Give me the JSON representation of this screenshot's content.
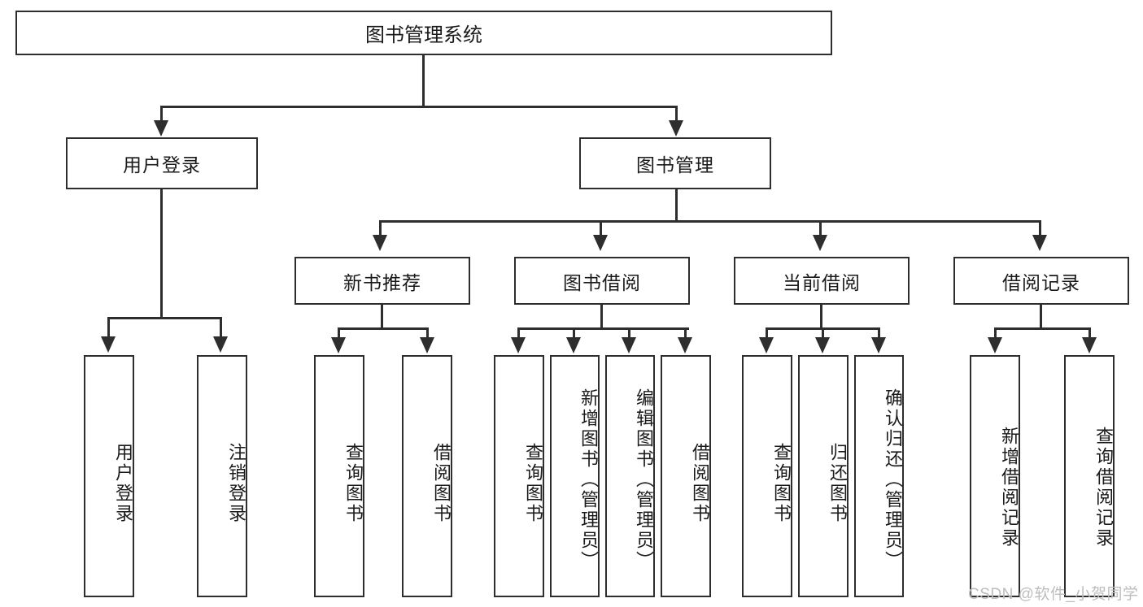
{
  "diagram": {
    "title": "图书管理系统",
    "type": "tree-hierarchy-chart",
    "root": {
      "label": "图书管理系统"
    },
    "level2": [
      {
        "label": "用户登录"
      },
      {
        "label": "图书管理"
      }
    ],
    "level3": [
      {
        "label": "新书推荐"
      },
      {
        "label": "图书借阅"
      },
      {
        "label": "当前借阅"
      },
      {
        "label": "借阅记录"
      }
    ],
    "leaves": {
      "user_login": [
        {
          "label": "用户登录"
        },
        {
          "label": "注销登录"
        }
      ],
      "new_book_recommend": [
        {
          "label": "查询图书"
        },
        {
          "label": "借阅图书"
        }
      ],
      "book_borrow": [
        {
          "label": "查询图书"
        },
        {
          "label": "新增图书（管理员）"
        },
        {
          "label": "编辑图书（管理员）"
        },
        {
          "label": "借阅图书"
        }
      ],
      "current_borrow": [
        {
          "label": "查询图书"
        },
        {
          "label": "归还图书"
        },
        {
          "label": "确认归还（管理员）"
        }
      ],
      "borrow_record": [
        {
          "label": "新增借阅记录"
        },
        {
          "label": "查询借阅记录"
        }
      ]
    }
  },
  "watermark": {
    "text": "CSDN @软件_小贺同学"
  },
  "colors": {
    "stroke": "#2e2e2e",
    "fill": "#ffffff",
    "text": "#1a1a1a",
    "watermark": "#bdbdbd"
  }
}
